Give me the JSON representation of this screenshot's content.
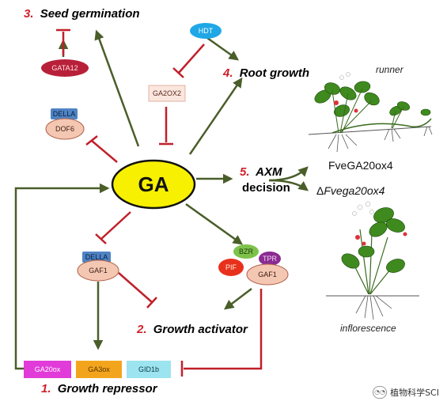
{
  "center": {
    "label": "GA"
  },
  "outcomes": {
    "seed": {
      "num": "3.",
      "text": "Seed germination"
    },
    "root": {
      "num": "4.",
      "text": "Root growth"
    },
    "axm": {
      "num": "5.",
      "line1": "AXM",
      "line2": "decision"
    },
    "activator": {
      "num": "2.",
      "text": "Growth activator"
    },
    "repressor": {
      "num": "1.",
      "text": "Growth repressor"
    }
  },
  "nodes": {
    "gata12": "GATA12",
    "della_top": "DELLA",
    "dof6": "DOF6",
    "hdt": "HDT",
    "ga2ox2": "GA2OX2",
    "della_mid": "DELLA",
    "gaf1_mid": "GAF1",
    "bzr": "BZR",
    "tpr": "TPR",
    "pif": "PIF",
    "gaf1_right": "GAF1",
    "ga20ox": "GA20ox",
    "ga3ox": "GA3ox",
    "gid1b": "GID1b"
  },
  "axm_targets": {
    "t1": "FveGA20ox4",
    "t2_prefix": "Δ",
    "t2": "Fvega20ox4"
  },
  "plants": {
    "top": "runner",
    "bottom": "inflorescence"
  },
  "watermark": "植物科学SCI",
  "colors": {
    "activation": "#4a5e2a",
    "inhibition": "#c0202a",
    "ga_fill": "#f7f000"
  }
}
